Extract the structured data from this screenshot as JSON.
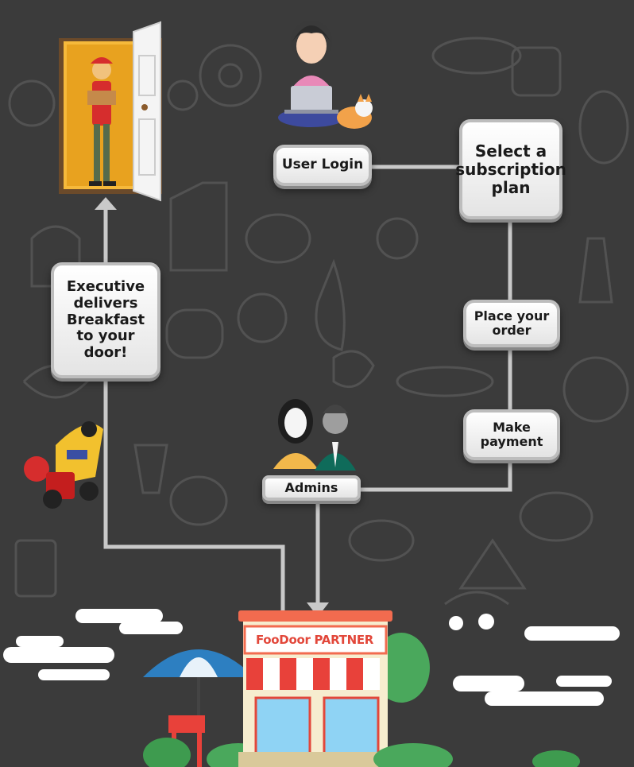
{
  "diagram": {
    "steps": {
      "user_login": "User Login",
      "subscription": "Select a subscription plan",
      "place_order": "Place your order",
      "make_payment": "Make payment",
      "admins": "Admins",
      "executive": "Executive delivers Breakfast to your door!"
    },
    "shop_sign": "FooDoor PARTNER"
  },
  "colors": {
    "background": "#3b3b3b",
    "connector": "#c9c9c9",
    "shop_roof": "#f26b4f",
    "shop_sign_text": "#e2473a",
    "awning_red": "#e8413a",
    "umbrella_blue": "#2d7fc1"
  }
}
